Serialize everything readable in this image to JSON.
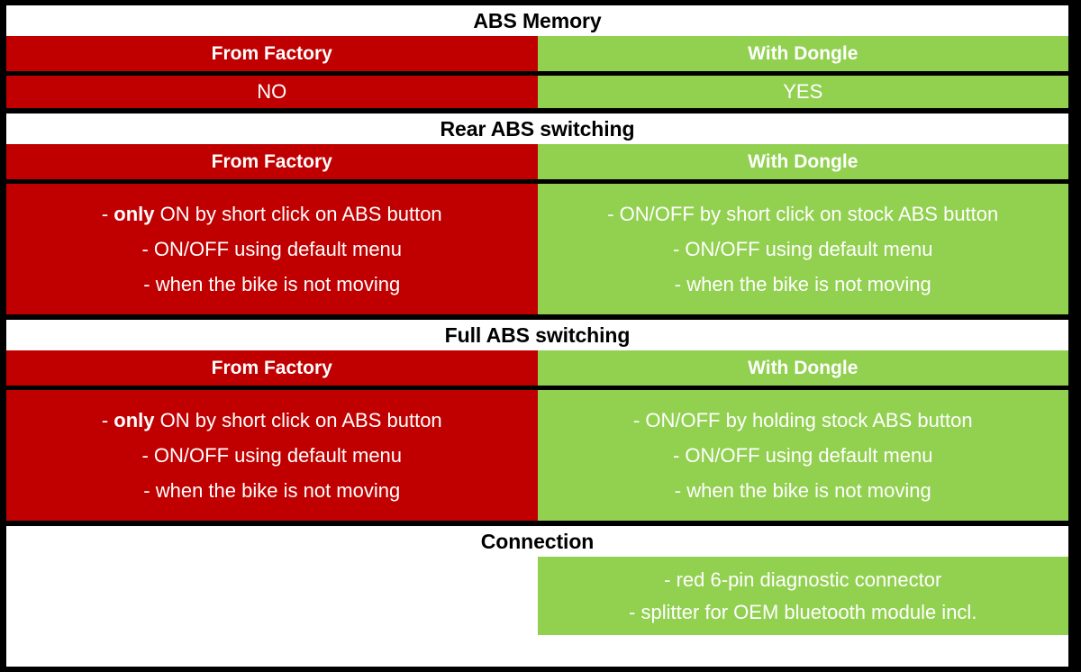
{
  "colors": {
    "red": "#C00000",
    "green": "#92D050",
    "border": "#000000",
    "text_on_fill": "#FFFFFF",
    "title_text": "#000000"
  },
  "columns": {
    "left_label": "From Factory",
    "right_label": "With Dongle"
  },
  "sections": [
    {
      "title": "ABS Memory",
      "left": {
        "lines": [
          "NO"
        ]
      },
      "right": {
        "lines": [
          "YES"
        ]
      }
    },
    {
      "title": "Rear ABS switching",
      "left": {
        "lines": [
          "- only ON by short click on ABS button",
          "- ON/OFF using default menu",
          "- when the bike is not moving"
        ],
        "line1_prefix": "- ",
        "line1_bold": "only",
        "line1_rest": " ON by short click on ABS button"
      },
      "right": {
        "lines": [
          "- ON/OFF by short click on stock ABS button",
          "- ON/OFF using default menu",
          "- when the bike is not moving"
        ]
      }
    },
    {
      "title": "Full ABS switching",
      "left": {
        "lines": [
          "- only ON by short click on ABS button",
          "- ON/OFF using default menu",
          "- when the bike is not moving"
        ],
        "line1_prefix": "- ",
        "line1_bold": "only",
        "line1_rest": " ON by short click on ABS button"
      },
      "right": {
        "lines": [
          "- ON/OFF by holding stock ABS button",
          "- ON/OFF using default menu",
          "- when the bike is not moving"
        ]
      }
    },
    {
      "title": "Connection",
      "left": {
        "lines": []
      },
      "right": {
        "lines": [
          "- red 6-pin diagnostic connector",
          "- splitter for OEM bluetooth module incl."
        ]
      }
    }
  ]
}
